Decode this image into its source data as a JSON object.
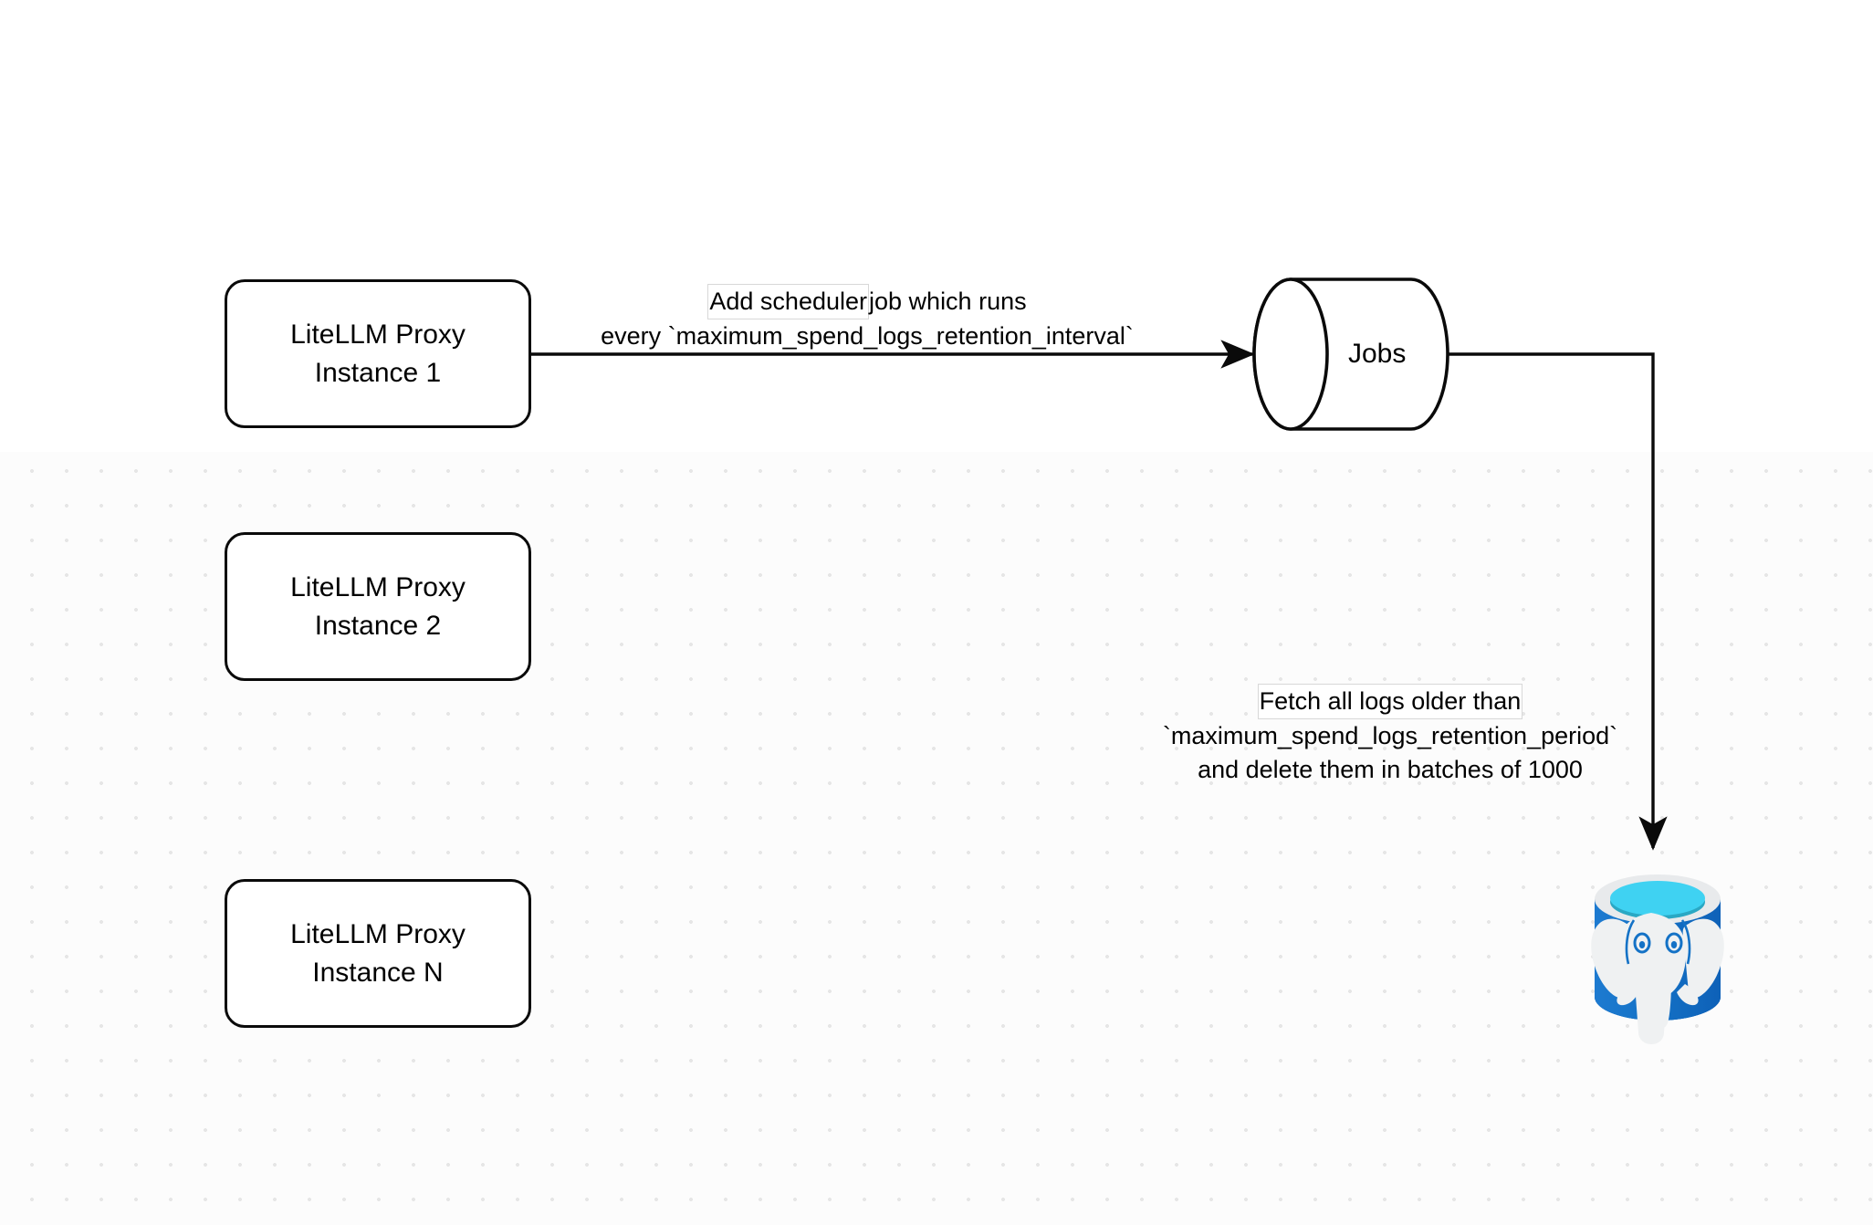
{
  "diagram": {
    "title": "LiteLLM spend logs retention scheduler flow",
    "background_color": "#ffffff",
    "grid_dot_color": "#e6e6e6",
    "stroke_color": "#0a0a0a"
  },
  "nodes": {
    "instance_1": {
      "line1": "LiteLLM Proxy",
      "line2": "Instance 1"
    },
    "instance_2": {
      "line1": "LiteLLM Proxy",
      "line2": "Instance 2"
    },
    "instance_n": {
      "line1": "LiteLLM Proxy",
      "line2": "Instance N"
    },
    "jobs": {
      "label": "Jobs"
    },
    "database": {
      "label": "postgresql-elephant-icon",
      "color": "#1073c6",
      "rim_color": "#e8eaec",
      "liquid_color": "#3fd2f2"
    }
  },
  "edges": {
    "scheduler": {
      "line1": "Add scheduler ",
      "line1_rest": "job which runs",
      "line2": "every `maximum_spend_logs_retention_interval`"
    },
    "cleanup": {
      "line1": "Fetch all logs older than",
      "line2": "`maximum_spend_logs_retention_period`",
      "line3": "and delete them in batches of 1000"
    }
  }
}
